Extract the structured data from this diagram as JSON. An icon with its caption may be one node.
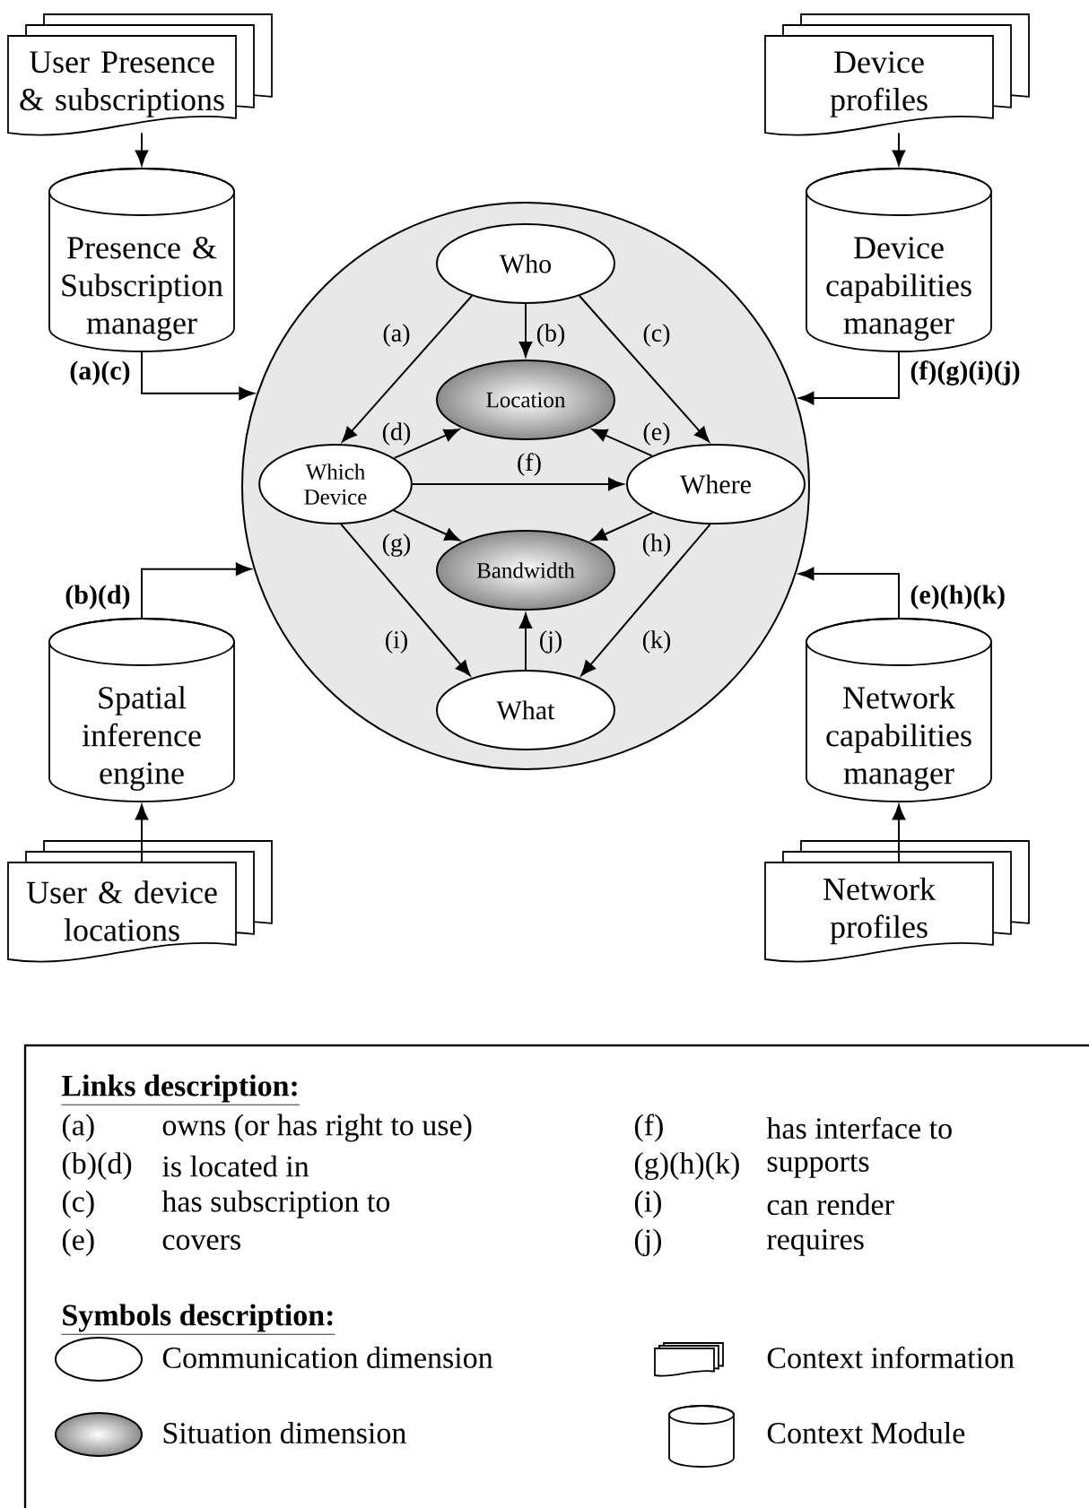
{
  "diagram": {
    "nodes": [
      {
        "text": [
          "User Presence & subscriptions"
        ]
      },
      {
        "text": [
          "Device profiles"
        ]
      },
      {
        "text": [
          "Presence & Subscription manager"
        ]
      },
      {
        "text": [
          "Device capabilities manager"
        ]
      },
      {
        "text": [],
        "shape": "circle"
      },
      {
        "text": [
          "Who"
        ],
        "in": 4
      },
      {
        "text": [
          "Location"
        ],
        "in": 4
      },
      {
        "text": [
          "Which Device"
        ],
        "in": 4
      },
      {
        "text": [
          "Where"
        ],
        "in": 4
      },
      {
        "text": [
          "Bandwidth"
        ],
        "in": 4
      },
      {
        "text": [
          "What"
        ],
        "in": 4
      },
      {
        "text": [
          "Spatial inference engine"
        ]
      },
      {
        "text": [
          "Network capabilities manager"
        ]
      },
      {
        "text": [
          "User & device locations"
        ]
      },
      {
        "text": [
          "Network profiles"
        ]
      }
    ],
    "edges": [
      {
        "from": 0,
        "to": 2,
        "arrow": "to"
      },
      {
        "from": 1,
        "to": 3,
        "arrow": "to"
      },
      {
        "from": 2,
        "to": 4,
        "arrow": "to",
        "label": "(a)(c)"
      },
      {
        "from": 3,
        "to": 4,
        "arrow": "to",
        "label": "(f)(g)(i)(j)"
      },
      {
        "from": 11,
        "to": 4,
        "arrow": "to",
        "label": "(b)(d)"
      },
      {
        "from": 12,
        "to": 4,
        "arrow": "to",
        "label": "(e)(h)(k)"
      },
      {
        "from": 13,
        "to": 11,
        "arrow": "to"
      },
      {
        "from": 14,
        "to": 12,
        "arrow": "to"
      },
      {
        "from": 5,
        "to": 7,
        "arrow": "to",
        "label": "(a)"
      },
      {
        "from": 5,
        "to": 6,
        "arrow": "to",
        "label": "(b)"
      },
      {
        "from": 5,
        "to": 8,
        "arrow": "to",
        "label": "(c)"
      },
      {
        "from": 7,
        "to": 6,
        "arrow": "to",
        "label": "(d)"
      },
      {
        "from": 8,
        "to": 6,
        "arrow": "to",
        "label": "(e)"
      },
      {
        "from": 7,
        "to": 8,
        "arrow": "to",
        "label": "(f)"
      },
      {
        "from": 7,
        "to": 9,
        "arrow": "to",
        "label": "(g)"
      },
      {
        "from": 8,
        "to": 9,
        "arrow": "to",
        "label": "(h)"
      },
      {
        "from": 7,
        "to": 10,
        "arrow": "to",
        "label": "(i)"
      },
      {
        "from": 10,
        "to": 9,
        "arrow": "to",
        "label": "(j)"
      },
      {
        "from": 8,
        "to": 10,
        "arrow": "to",
        "label": "(k)"
      }
    ],
    "labels": [
      "Links description:",
      "(a)",
      "owns (or has right to use)",
      "(f)",
      "has interface to",
      "(b)(d)",
      "is located in",
      "(g)(h)(k)",
      "supports",
      "(c)",
      "has subscription to",
      "(i)",
      "can render",
      "(e)",
      "covers",
      "(j)",
      "requires",
      "Symbols description:"
    ],
    "legend": [
      {
        "text": "Communication dimension"
      },
      {
        "text": "Context information"
      },
      {
        "text": "Situation dimension"
      },
      {
        "text": "Context Module"
      }
    ]
  }
}
